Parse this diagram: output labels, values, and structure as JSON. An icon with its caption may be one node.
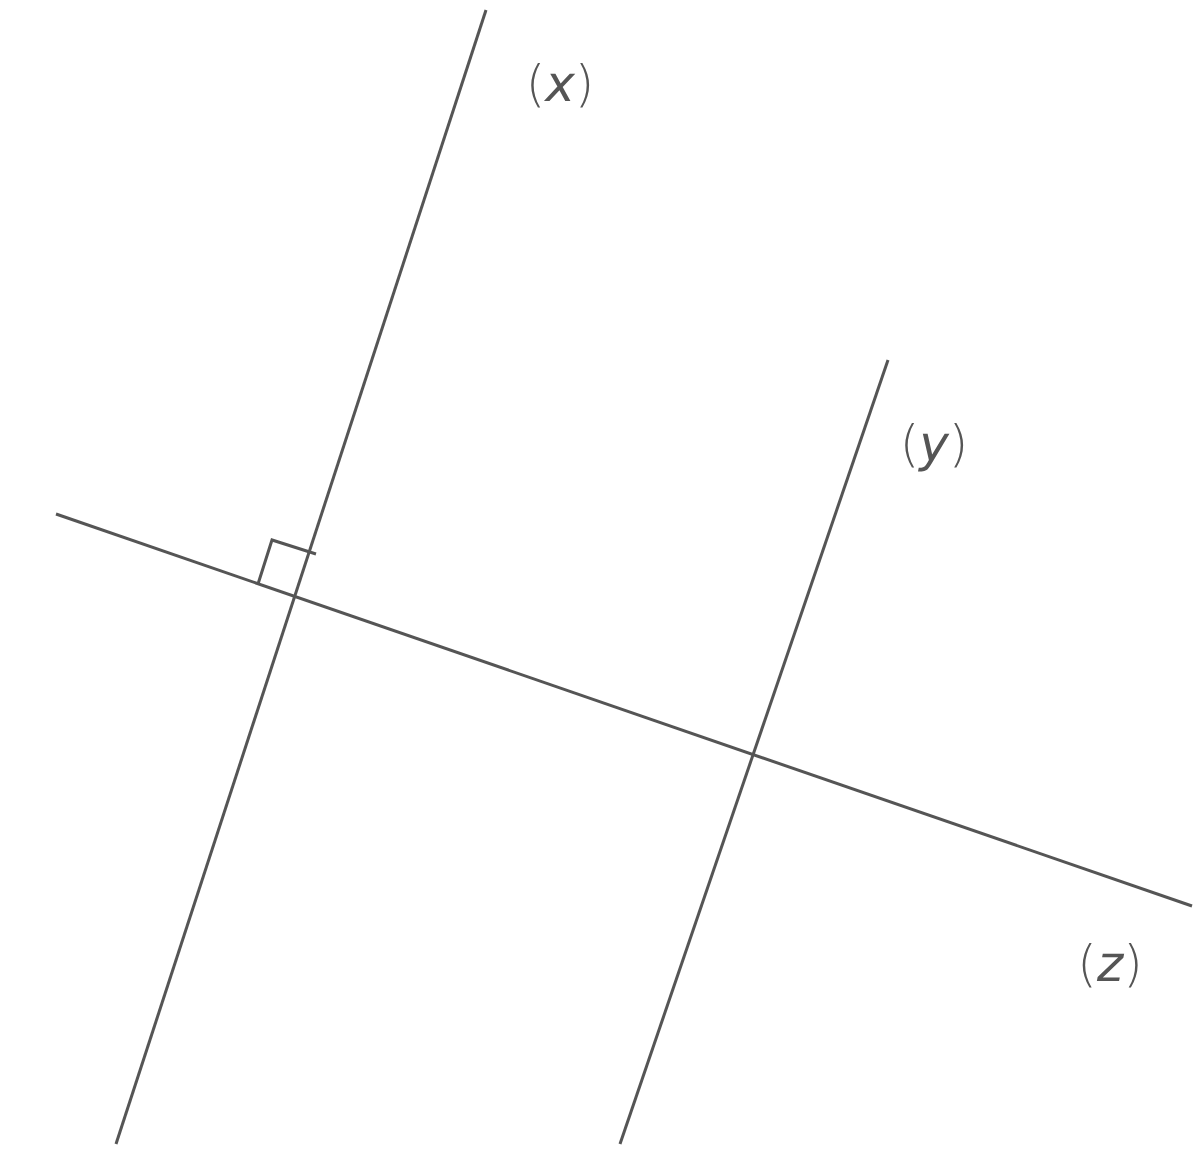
{
  "diagram": {
    "labels": [
      "(*x*)",
      "(*y*)",
      "(*z*)"
    ]
  }
}
